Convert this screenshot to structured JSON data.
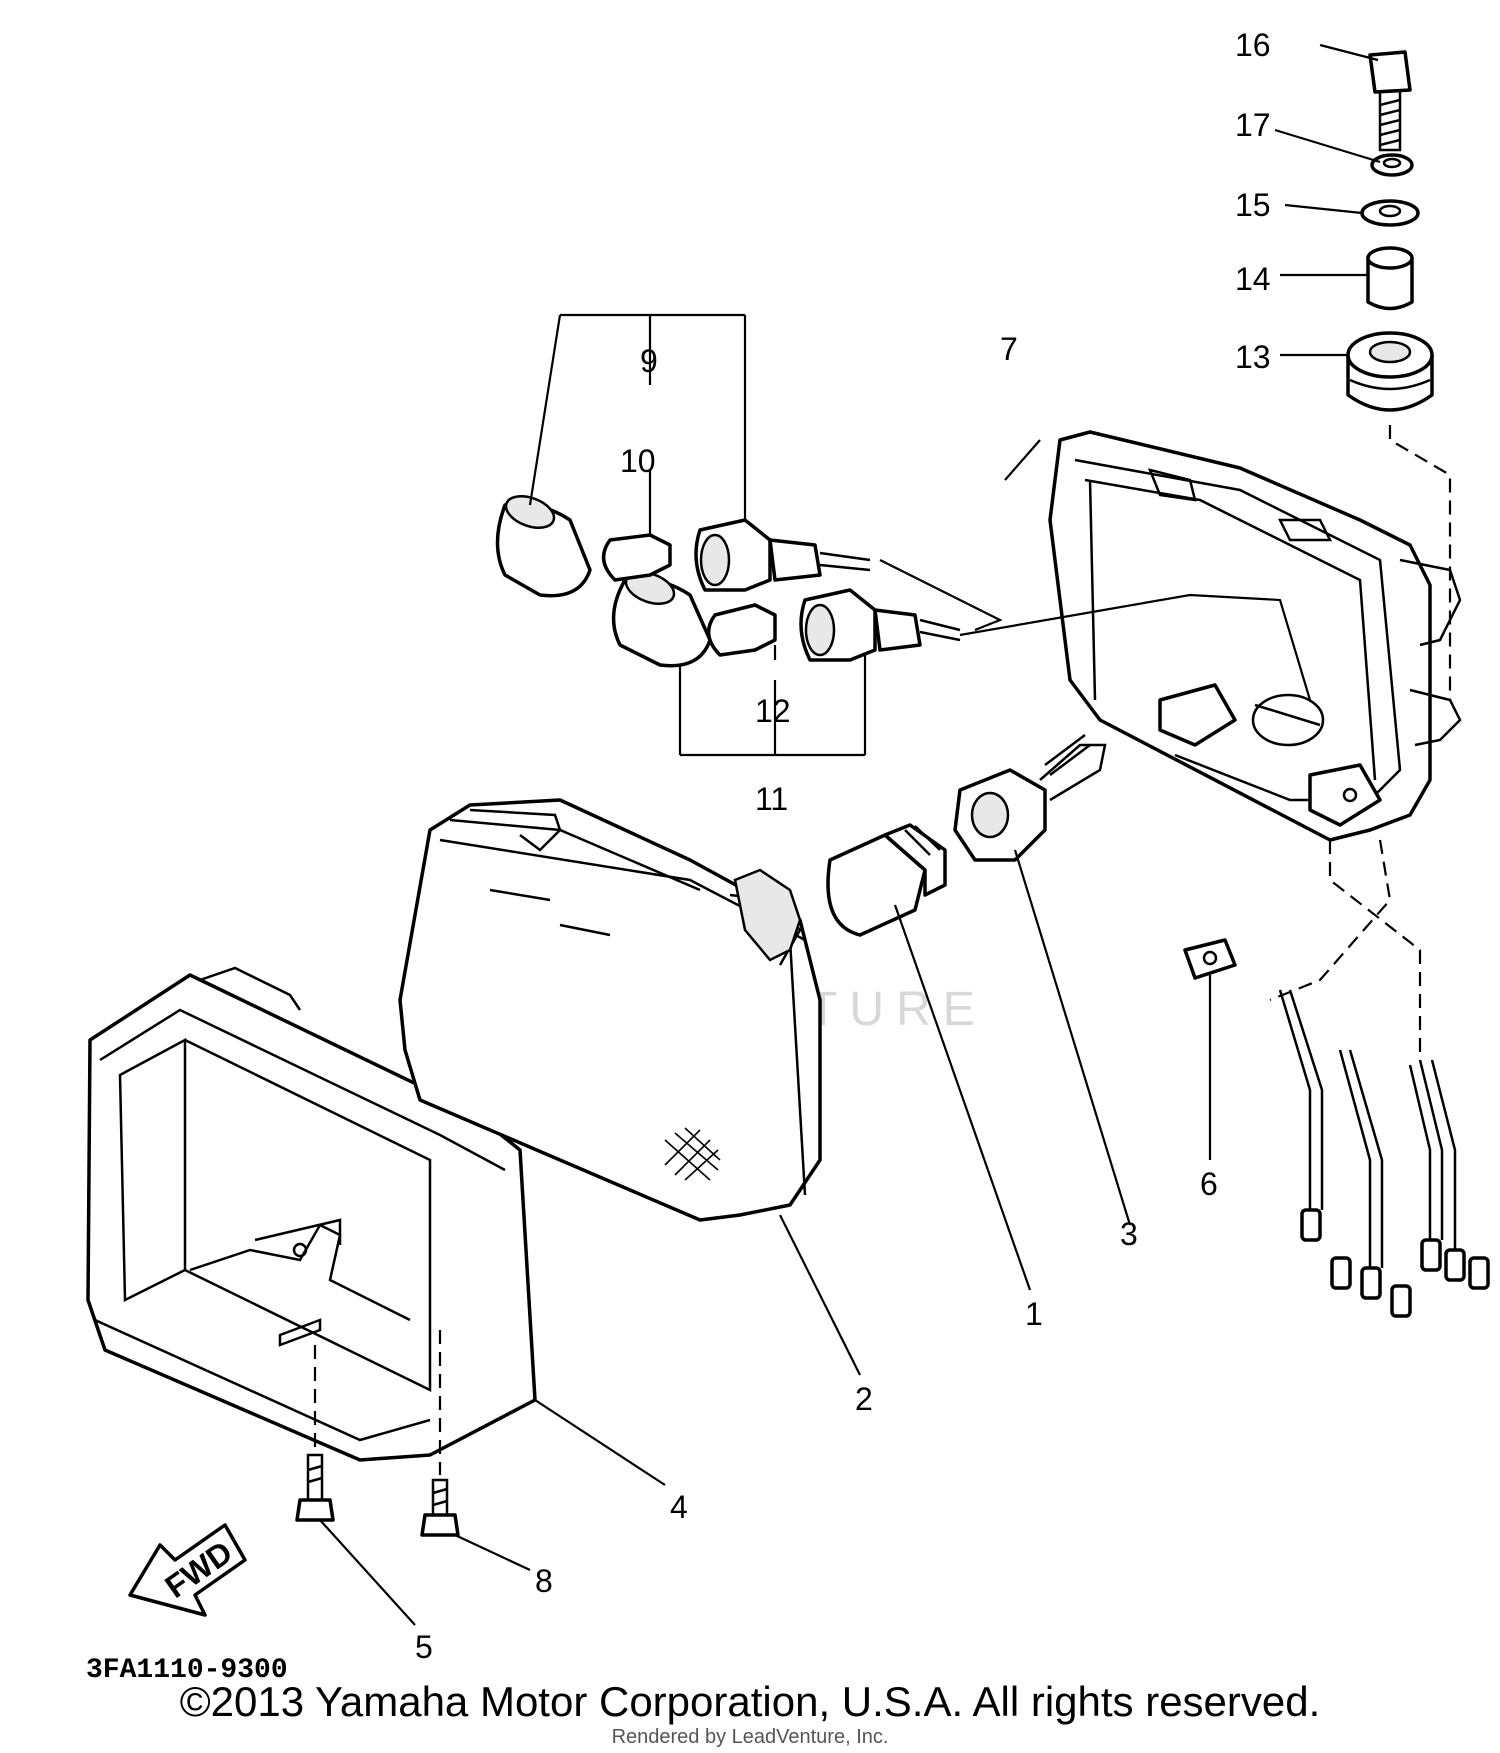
{
  "diagram": {
    "callouts": [
      {
        "id": "c1",
        "text": "1"
      },
      {
        "id": "c2",
        "text": "2"
      },
      {
        "id": "c3",
        "text": "3"
      },
      {
        "id": "c4",
        "text": "4"
      },
      {
        "id": "c5",
        "text": "5"
      },
      {
        "id": "c6",
        "text": "6"
      },
      {
        "id": "c7",
        "text": "7"
      },
      {
        "id": "c8",
        "text": "8"
      },
      {
        "id": "c9",
        "text": "9"
      },
      {
        "id": "c10",
        "text": "10"
      },
      {
        "id": "c11",
        "text": "11"
      },
      {
        "id": "c12",
        "text": "12"
      },
      {
        "id": "c13",
        "text": "13"
      },
      {
        "id": "c14",
        "text": "14"
      },
      {
        "id": "c15",
        "text": "15"
      },
      {
        "id": "c16",
        "text": "16"
      },
      {
        "id": "c17",
        "text": "17"
      }
    ],
    "fwd_label": "FWD",
    "diagram_code": "3FA1110-9300",
    "watermark": "LEADVENTURE",
    "copyright": "©2013 Yamaha Motor Corporation, U.S.A. All rights reserved.",
    "rendered_by": "Rendered by LeadVenture, Inc."
  }
}
